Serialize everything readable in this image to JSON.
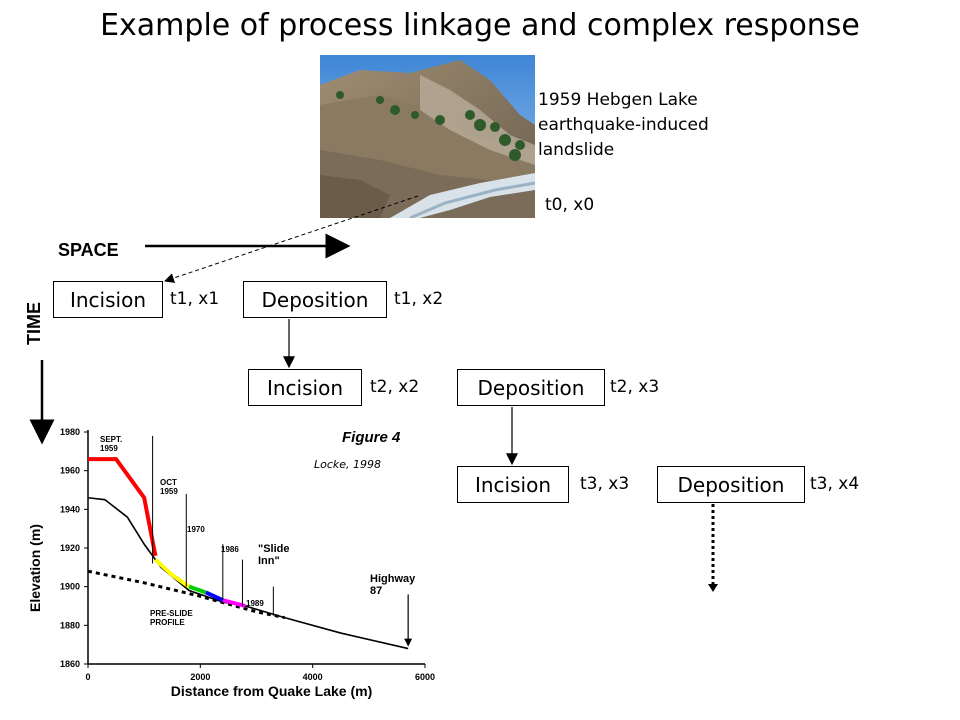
{
  "title": "Example of process linkage and complex response",
  "photo": {
    "caption_lines": [
      "1959 Hebgen Lake",
      "earthquake-induced",
      "landslide"
    ],
    "state_label": "t0, x0"
  },
  "axes": {
    "space": "SPACE",
    "time": "TIME"
  },
  "boxes": [
    {
      "text": "Incision",
      "tag": "t1, x1"
    },
    {
      "text": "Deposition",
      "tag": "t1, x2"
    },
    {
      "text": "Incision",
      "tag": "t2, x2"
    },
    {
      "text": "Deposition",
      "tag": "t2, x3"
    },
    {
      "text": "Incision",
      "tag": "t3, x3"
    },
    {
      "text": "Deposition",
      "tag": "t3, x4"
    }
  ],
  "figure": {
    "title": "Figure 4",
    "citation": "Locke, 1998",
    "xlabel": "Distance from Quake Lake (m)",
    "ylabel": "Elevation   (m)",
    "x_ticks": [
      "0",
      "2000",
      "4000",
      "6000"
    ],
    "y_ticks": [
      "1980",
      "1960",
      "1940",
      "1920",
      "1900",
      "1880",
      "1860"
    ],
    "annotations": {
      "sept": [
        "SEPT.",
        "1959"
      ],
      "oct": [
        "OCT",
        "1959"
      ],
      "y1970": "1970",
      "y1986": "1986",
      "slide_inn": [
        "\"Slide",
        "Inn\""
      ],
      "y1989": "1989",
      "highway": [
        "Highway",
        "87"
      ],
      "preslide": [
        "PRE-SLIDE",
        "PROFILE"
      ]
    },
    "chart_data": {
      "type": "line",
      "xlim": [
        0,
        6000
      ],
      "ylim": [
        1860,
        1980
      ],
      "series": [
        {
          "x": [
            0,
            500,
            1000,
            1200
          ],
          "y": [
            1966,
            1966,
            1946,
            1916
          ]
        },
        {
          "x": [
            0,
            300,
            700,
            1000,
            1300,
            1800,
            2400,
            2800,
            3500,
            4500,
            5700
          ],
          "y": [
            1946,
            1945,
            1936,
            1922,
            1910,
            1898,
            1892,
            1890,
            1884,
            1876,
            1868
          ]
        },
        {
          "x": [
            0,
            1000,
            2000,
            3000,
            3500
          ],
          "y": [
            1908,
            1902,
            1895,
            1887,
            1884
          ]
        }
      ]
    }
  },
  "colors": {
    "sept": "#ff0000",
    "oct": "#ffff00",
    "c1970": "#00cc00",
    "c1986": "#0000ff",
    "c1989": "#ff00ff"
  }
}
